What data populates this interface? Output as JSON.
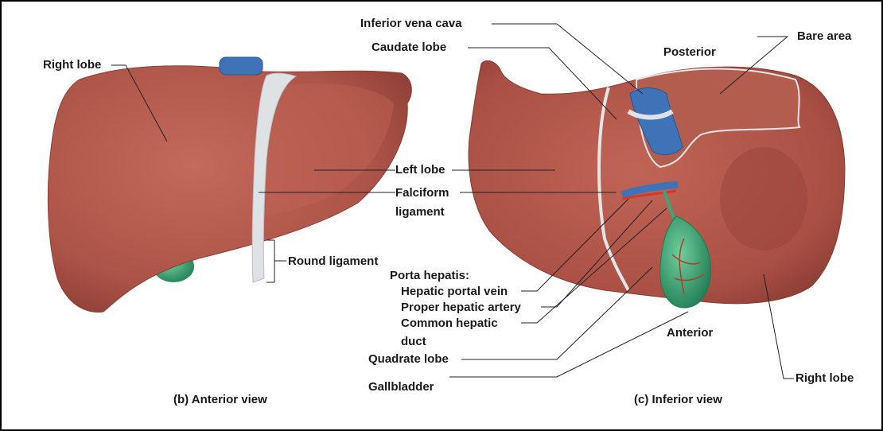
{
  "colors": {
    "liver": "#b0554a",
    "liver_dark": "#8e3f37",
    "liver_light": "#c56a5c",
    "vein_blue": "#3f73b8",
    "gallbladder": "#3aa57a",
    "ligament": "#d9dcdf",
    "leader": "#222222"
  },
  "anterior": {
    "caption": "(b) Anterior view",
    "labels": {
      "right_lobe": "Right lobe",
      "left_lobe": "Left lobe",
      "falciform_1": "Falciform",
      "falciform_2": "ligament",
      "round_ligament": "Round ligament"
    }
  },
  "inferior": {
    "caption": "(c) Inferior view",
    "labels": {
      "ivc": "Inferior vena cava",
      "caudate": "Caudate lobe",
      "posterior": "Posterior",
      "bare_area": "Bare area",
      "porta_hepatis": "Porta hepatis:",
      "portal_vein": "Hepatic portal vein",
      "hepatic_artery": "Proper hepatic artery",
      "bile_duct_1": "Common hepatic",
      "bile_duct_2": "duct",
      "quadrate": "Quadrate lobe",
      "gallbladder": "Gallbladder",
      "anterior": "Anterior",
      "right_lobe": "Right lobe"
    }
  },
  "icons": [
    "liver-anterior-illustration",
    "liver-inferior-illustration"
  ]
}
